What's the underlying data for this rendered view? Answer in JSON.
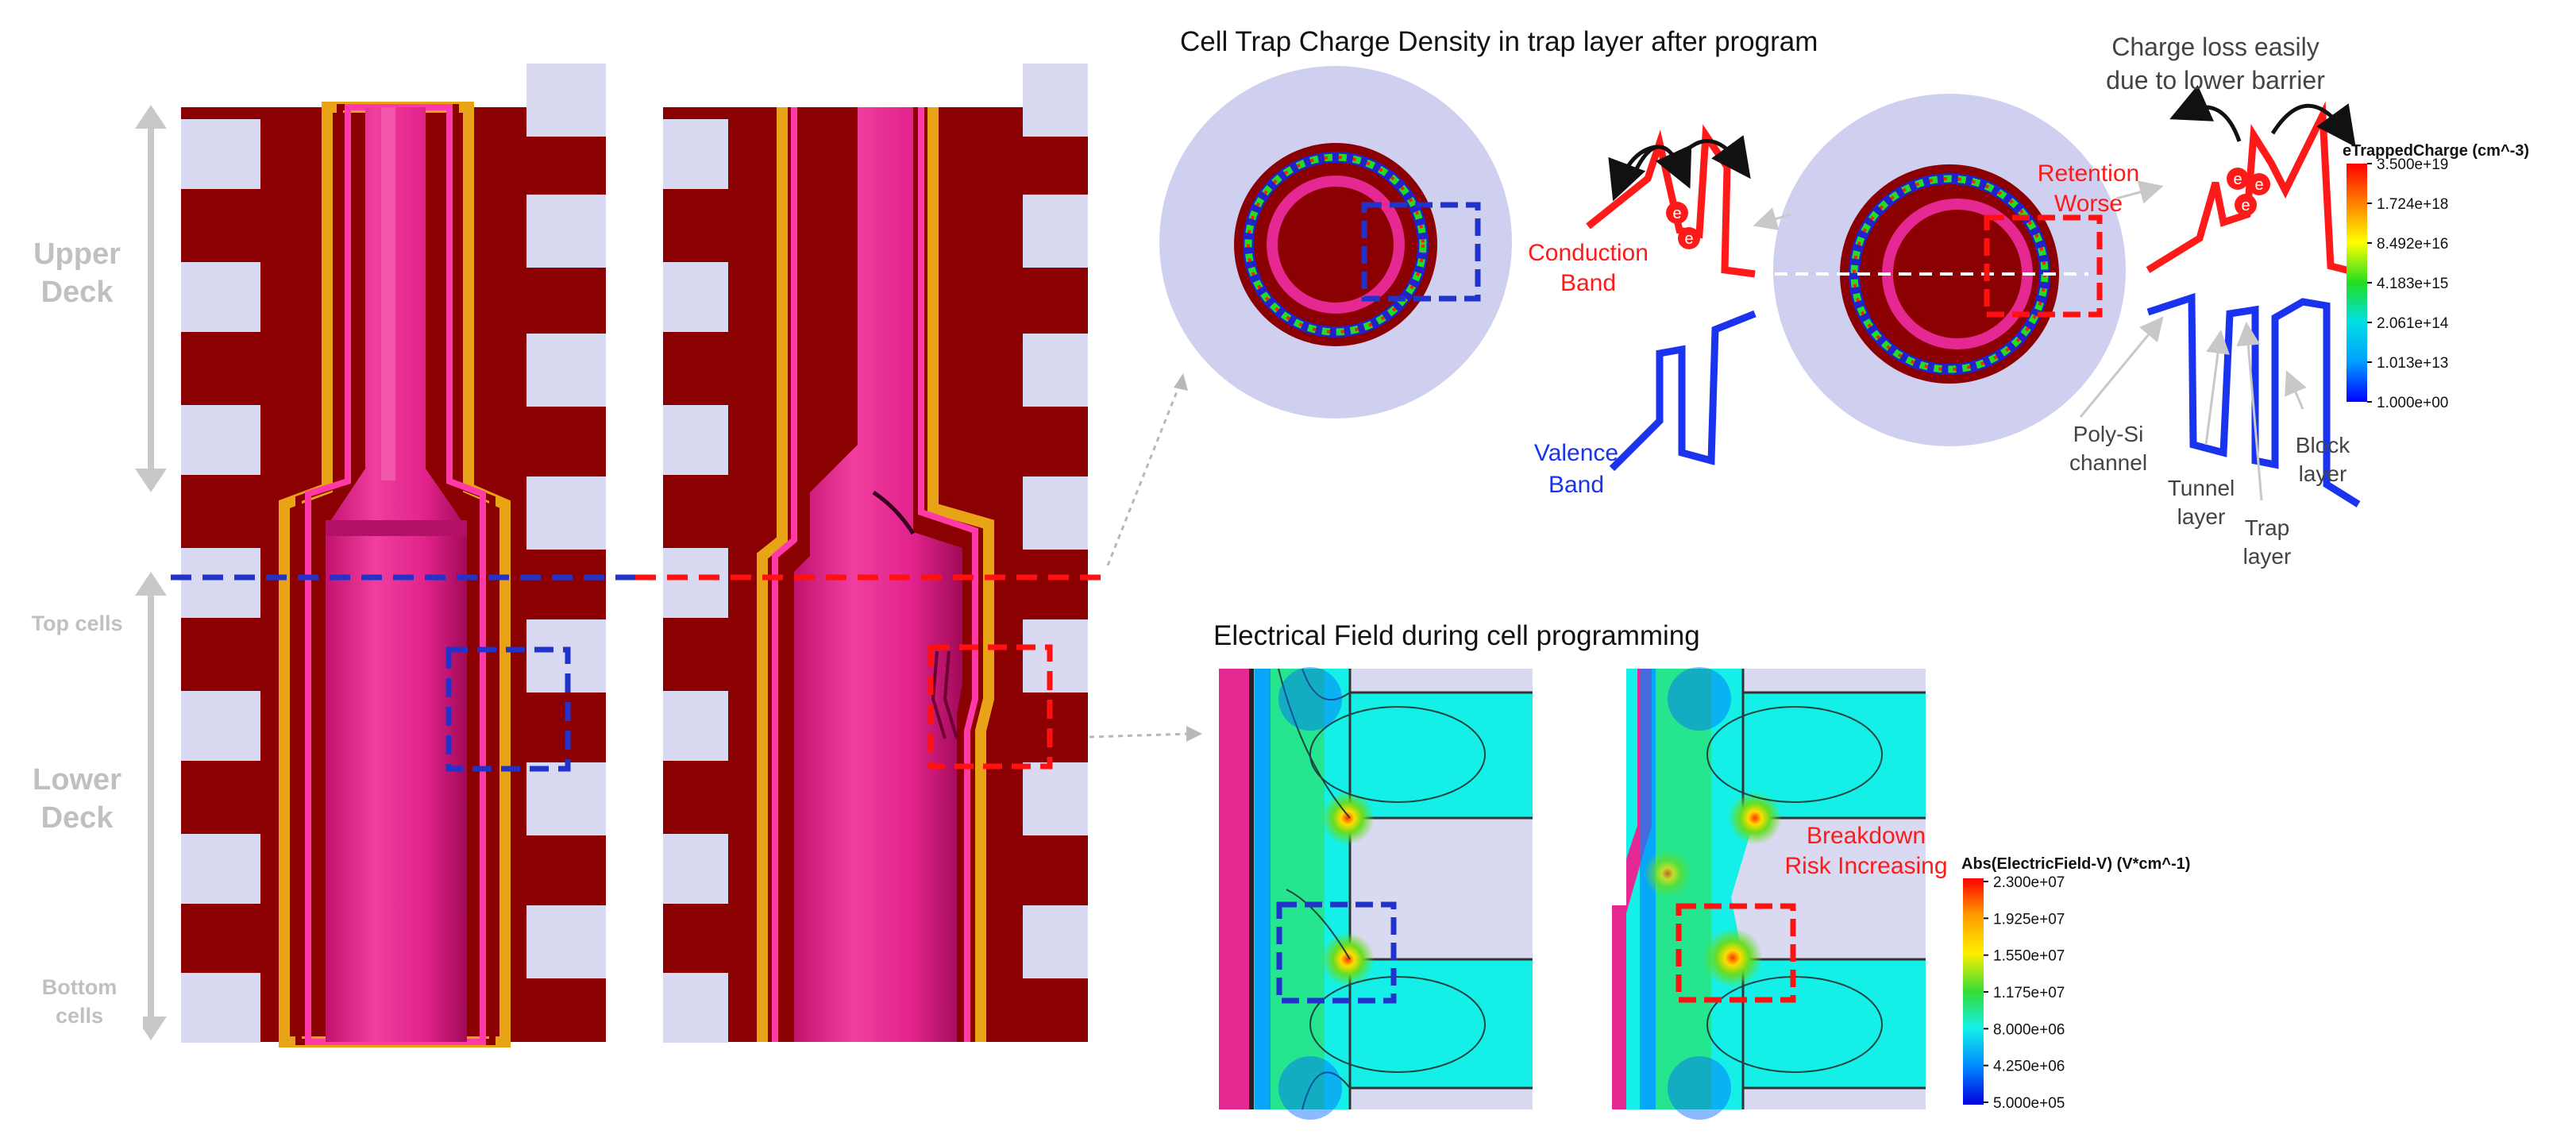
{
  "left": {
    "deck_labels": {
      "upper": [
        "Upper",
        "Deck"
      ],
      "lower": [
        "Lower",
        "Deck"
      ],
      "top_cells": "Top cells",
      "bottom_cells": [
        "Bottom",
        "cells"
      ]
    }
  },
  "trap_section": {
    "title": "Cell Trap Charge Density in trap layer after program",
    "conduction_band": [
      "Conduction",
      "Band"
    ],
    "valence_band": [
      "Valence",
      "Band"
    ],
    "retention": [
      "Retention",
      "Worse"
    ],
    "charge_loss": [
      "Charge loss easily",
      "due to lower barrier"
    ],
    "layer_labels": {
      "poly_si": [
        "Poly-Si",
        "channel"
      ],
      "tunnel": [
        "Tunnel",
        "layer"
      ],
      "trap": [
        "Trap",
        "layer"
      ],
      "block": [
        "Block",
        "layer"
      ]
    },
    "electron_symbol": "e"
  },
  "trap_legend": {
    "title": "eTrappedCharge (cm^-3)",
    "ticks": [
      "3.500e+19",
      "1.724e+18",
      "8.492e+16",
      "4.183e+15",
      "2.061e+14",
      "1.013e+13",
      "1.000e+00"
    ]
  },
  "field_section": {
    "title": "Electrical Field during cell programming",
    "breakdown": [
      "Breakdown",
      "Risk Increasing"
    ]
  },
  "field_legend": {
    "title": "Abs(ElectricField-V) (V*cm^-1)",
    "ticks": [
      "2.300e+07",
      "1.925e+07",
      "1.550e+07",
      "1.175e+07",
      "8.000e+06",
      "4.250e+06",
      "5.000e+05"
    ]
  },
  "colors": {
    "oxide": "#8b0000",
    "wordline": "#d9daf2",
    "channel": "#e62893",
    "channel_liner": "#d60d7a",
    "trap_layer": "#e8a317",
    "red_label": "#ff0000",
    "blue_label": "#0033ff",
    "grey_label": "#c0c0c0",
    "field_bg": "#14f0e8"
  }
}
